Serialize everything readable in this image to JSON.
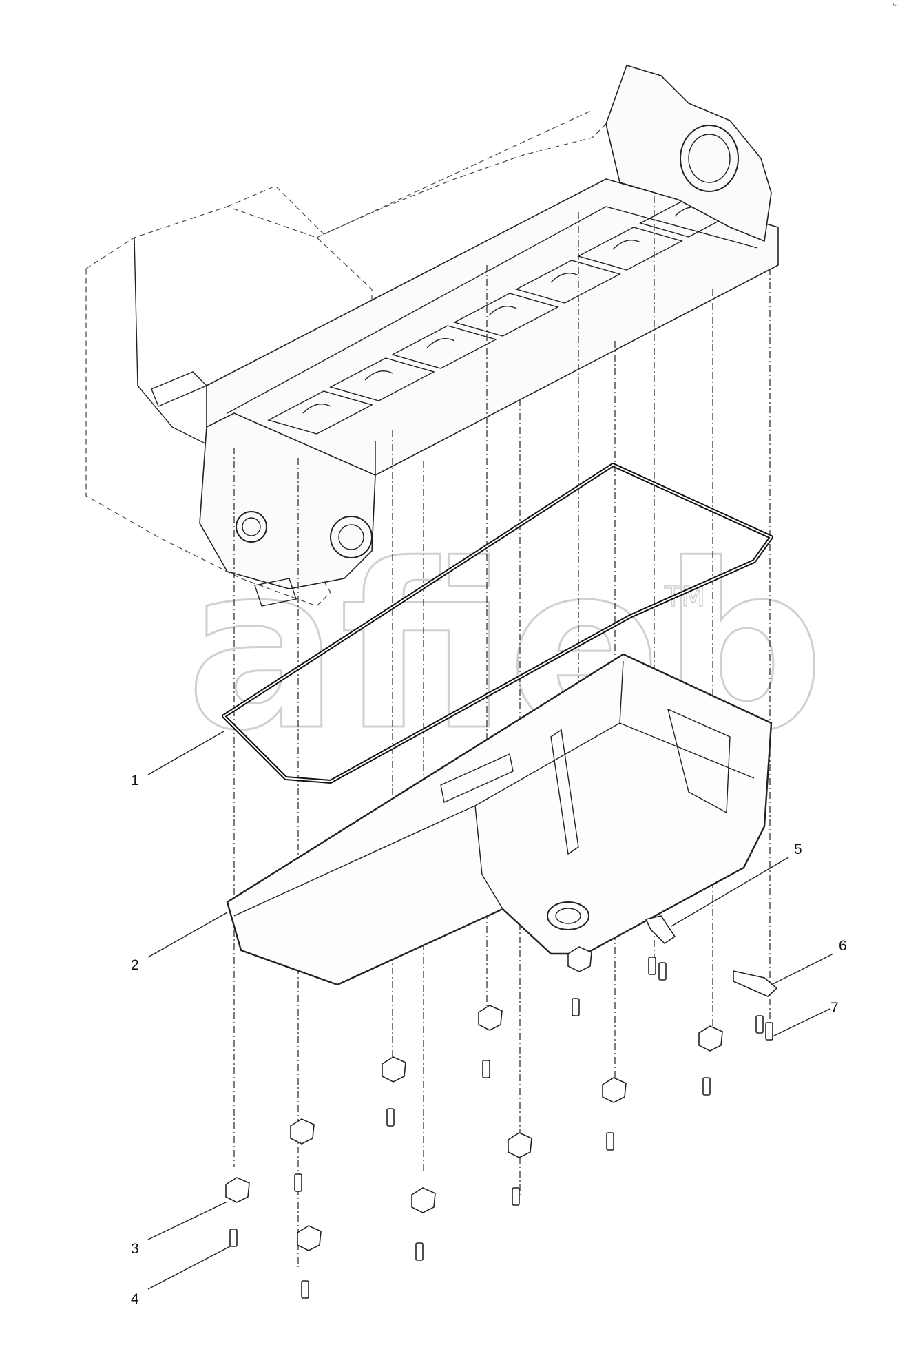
{
  "watermark": {
    "text": "afieb",
    "mark": "TM"
  },
  "corner_mark": "ʽʻ",
  "callouts": [
    {
      "id": "1",
      "label": "1"
    },
    {
      "id": "2",
      "label": "2"
    },
    {
      "id": "3",
      "label": "3"
    },
    {
      "id": "4",
      "label": "4"
    },
    {
      "id": "5",
      "label": "5"
    },
    {
      "id": "6",
      "label": "6"
    },
    {
      "id": "7",
      "label": "7"
    }
  ],
  "parts": [
    {
      "name": "engine-block",
      "shown": true
    },
    {
      "name": "oil-pan-gasket",
      "shown": true
    },
    {
      "name": "oil-pan",
      "shown": true
    },
    {
      "name": "mounting-clamp",
      "shown": true
    },
    {
      "name": "mounting-bolt",
      "shown": true
    },
    {
      "name": "bracket",
      "shown": true
    },
    {
      "name": "bracket-plate",
      "shown": true
    }
  ]
}
